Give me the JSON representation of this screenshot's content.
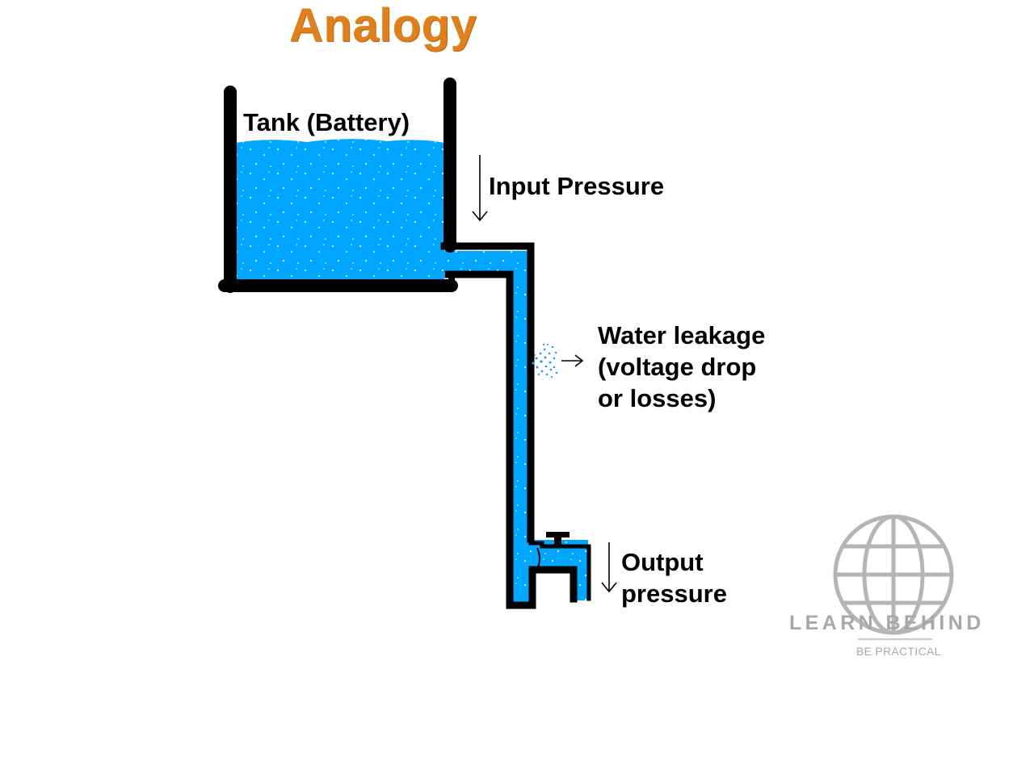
{
  "title": "Analogy",
  "labels": {
    "tank": "Tank (Battery)",
    "input_pressure": "Input Pressure",
    "leak_line1": "Water leakage",
    "leak_line2": "(voltage drop",
    "leak_line3": "or losses)",
    "output_line1": "Output",
    "output_line2": "pressure"
  },
  "logo": {
    "name": "LEARN BEHIND",
    "tagline": "BE PRACTICAL",
    "icon": "globe-icon"
  },
  "colors": {
    "title": "#e0801c",
    "water": "#00a6ff",
    "outline": "#000000",
    "logo": "#a8a8a8"
  }
}
